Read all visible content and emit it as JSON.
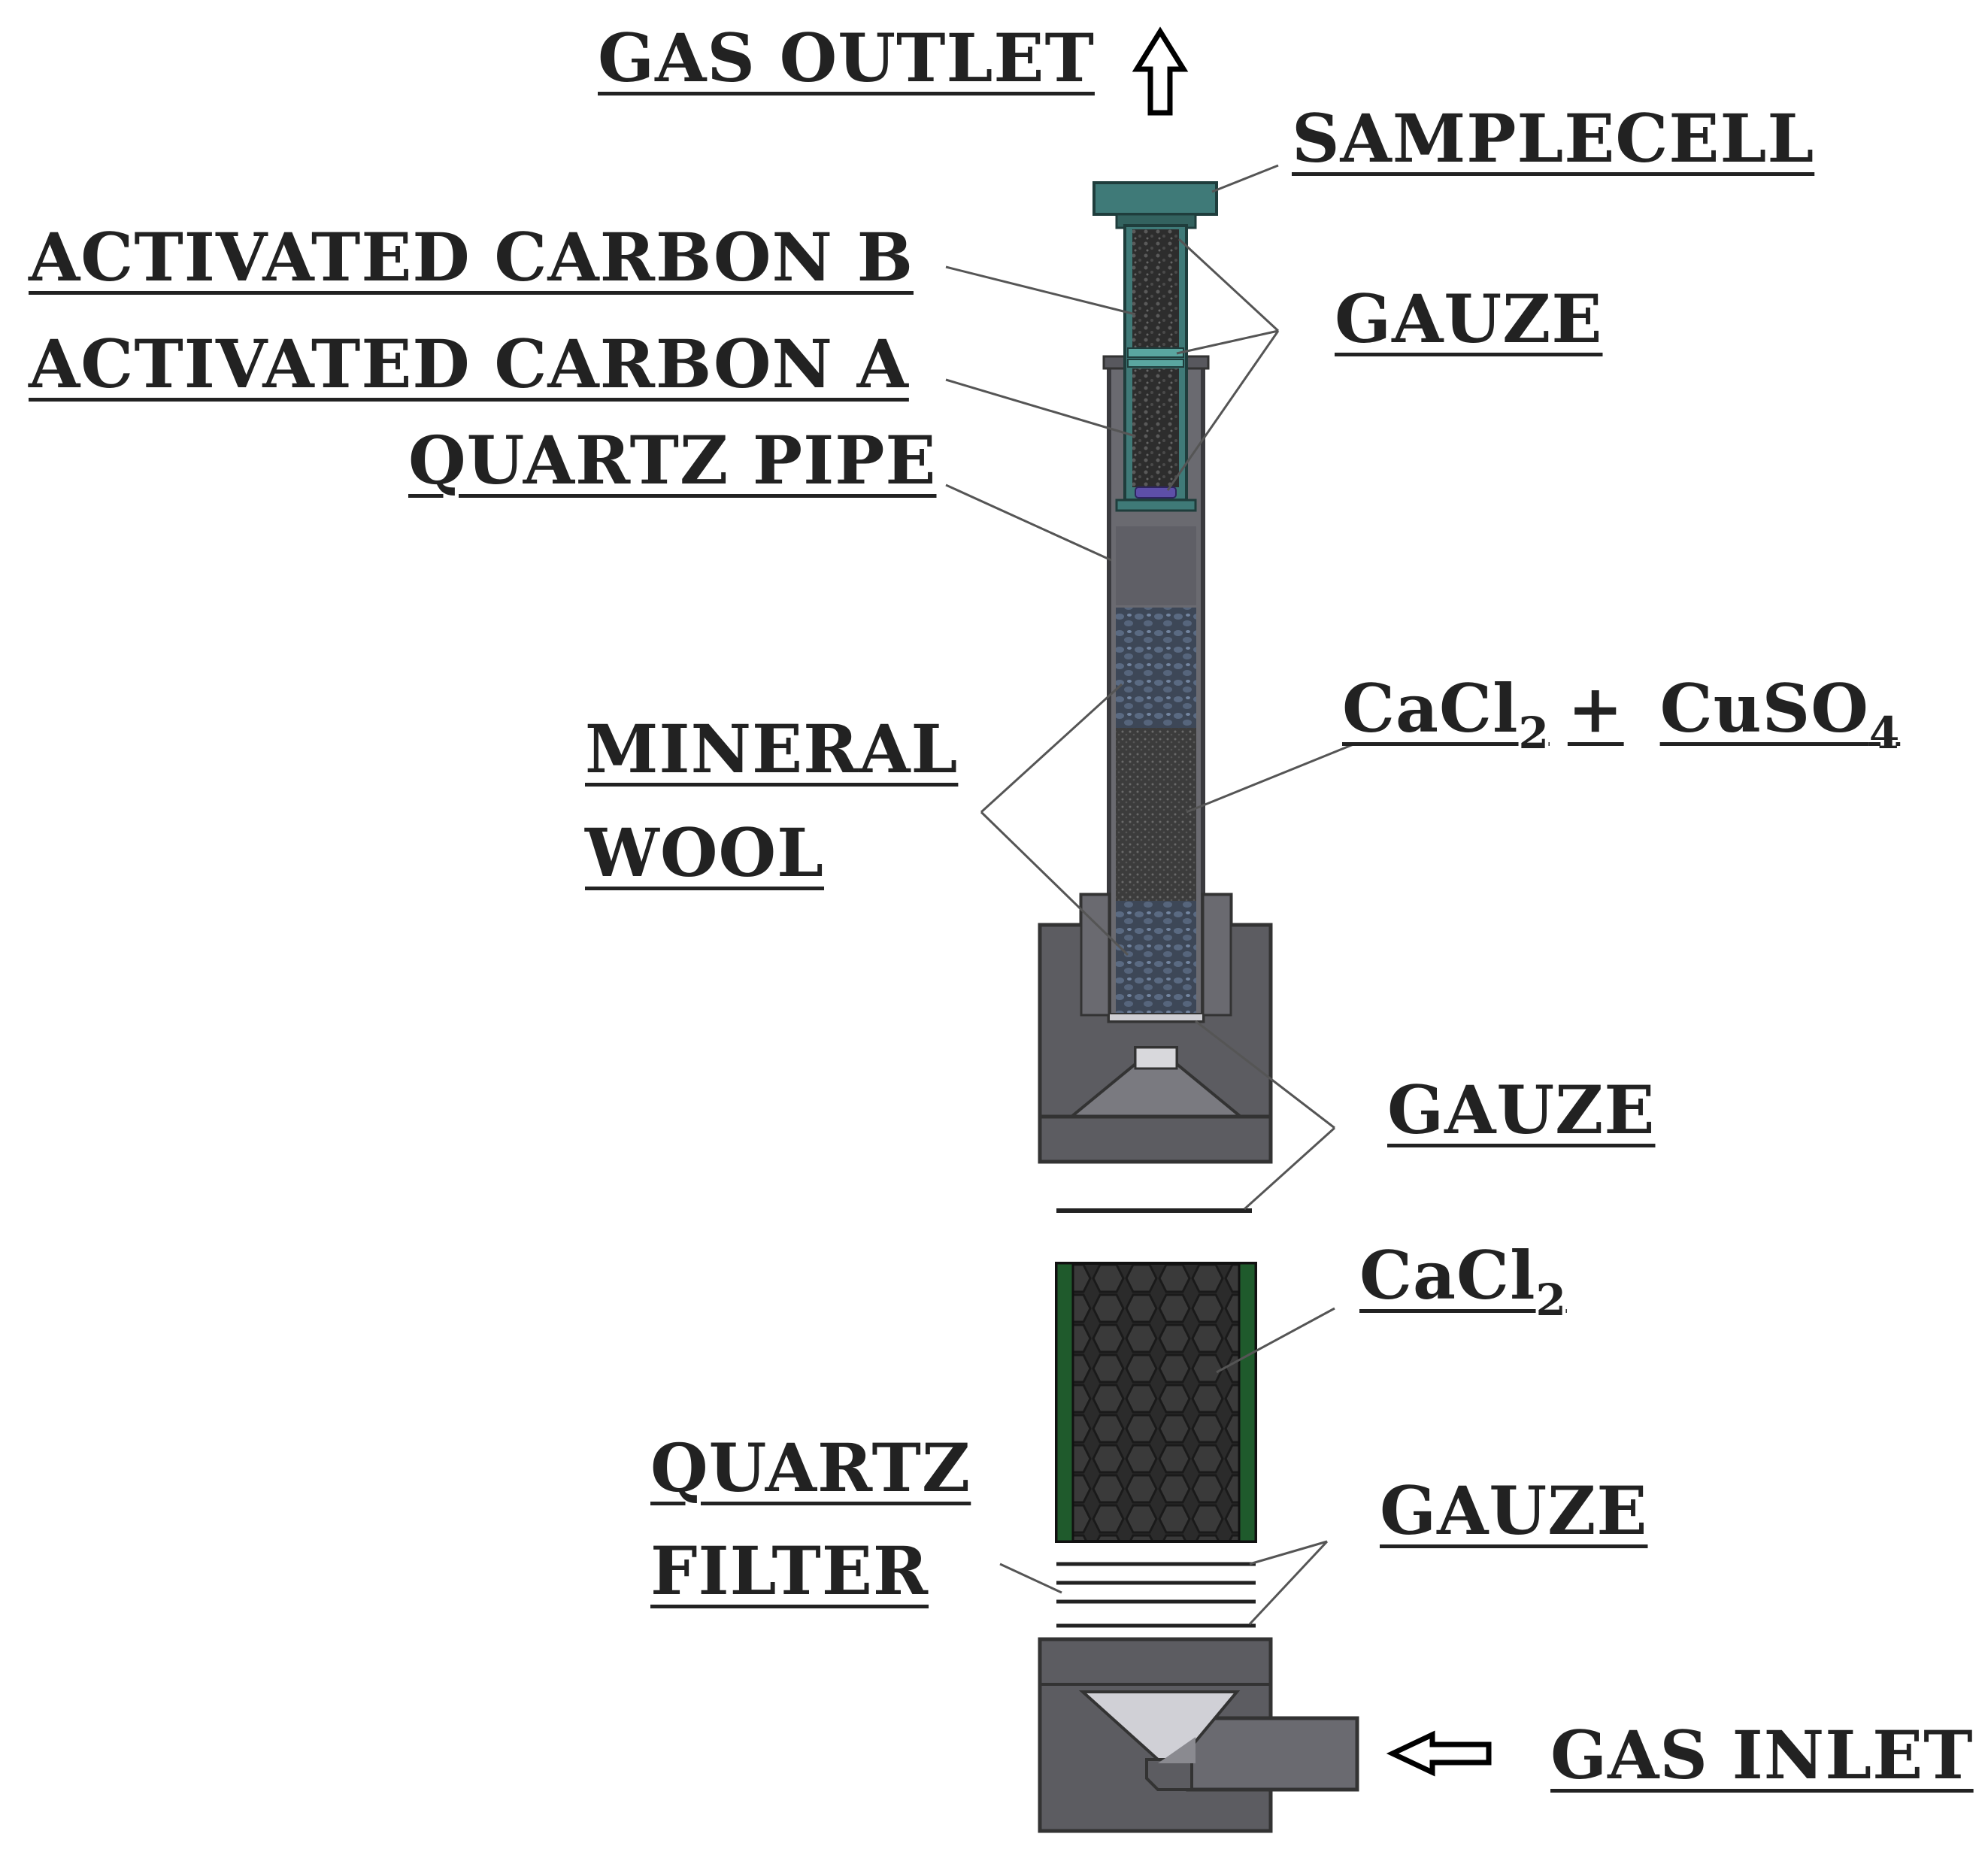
{
  "labels": {
    "gas_outlet": "GAS OUTLET",
    "samplecell": "SAMPLECELL",
    "activated_carbon_b": "ACTIVATED CARBON B",
    "activated_carbon_a": "ACTIVATED CARBON A",
    "quartz_pipe": "QUARTZ PIPE",
    "gauze_top": "GAUZE",
    "mineral": "MINERAL",
    "wool": "WOOL",
    "mix_cacl": "CaCl",
    "mix_cacl_sub": "2",
    "mix_plus": "+",
    "mix_cuso": "CuSO",
    "mix_cuso_sub": "4",
    "gauze_middle": "GAUZE",
    "cacl": "CaCl",
    "cacl_sub": "2",
    "quartz": "QUARTZ",
    "filter": "FILTER",
    "gauze_bottom": "GAUZE",
    "gas_inlet": "GAS INLET"
  },
  "colors": {
    "label_text": "#222222",
    "body_gray": "#5c5c61",
    "pipe_gray": "#6a6a70",
    "sample_cell_teal": "#3f7a78",
    "granules_dark": "#2a2a2a",
    "mineral_wool_blue": "#3e4a5c",
    "cartridge_green": "#1f5a2c",
    "purple_gauze": "#5d4fa8",
    "leader_line": "#555555"
  }
}
